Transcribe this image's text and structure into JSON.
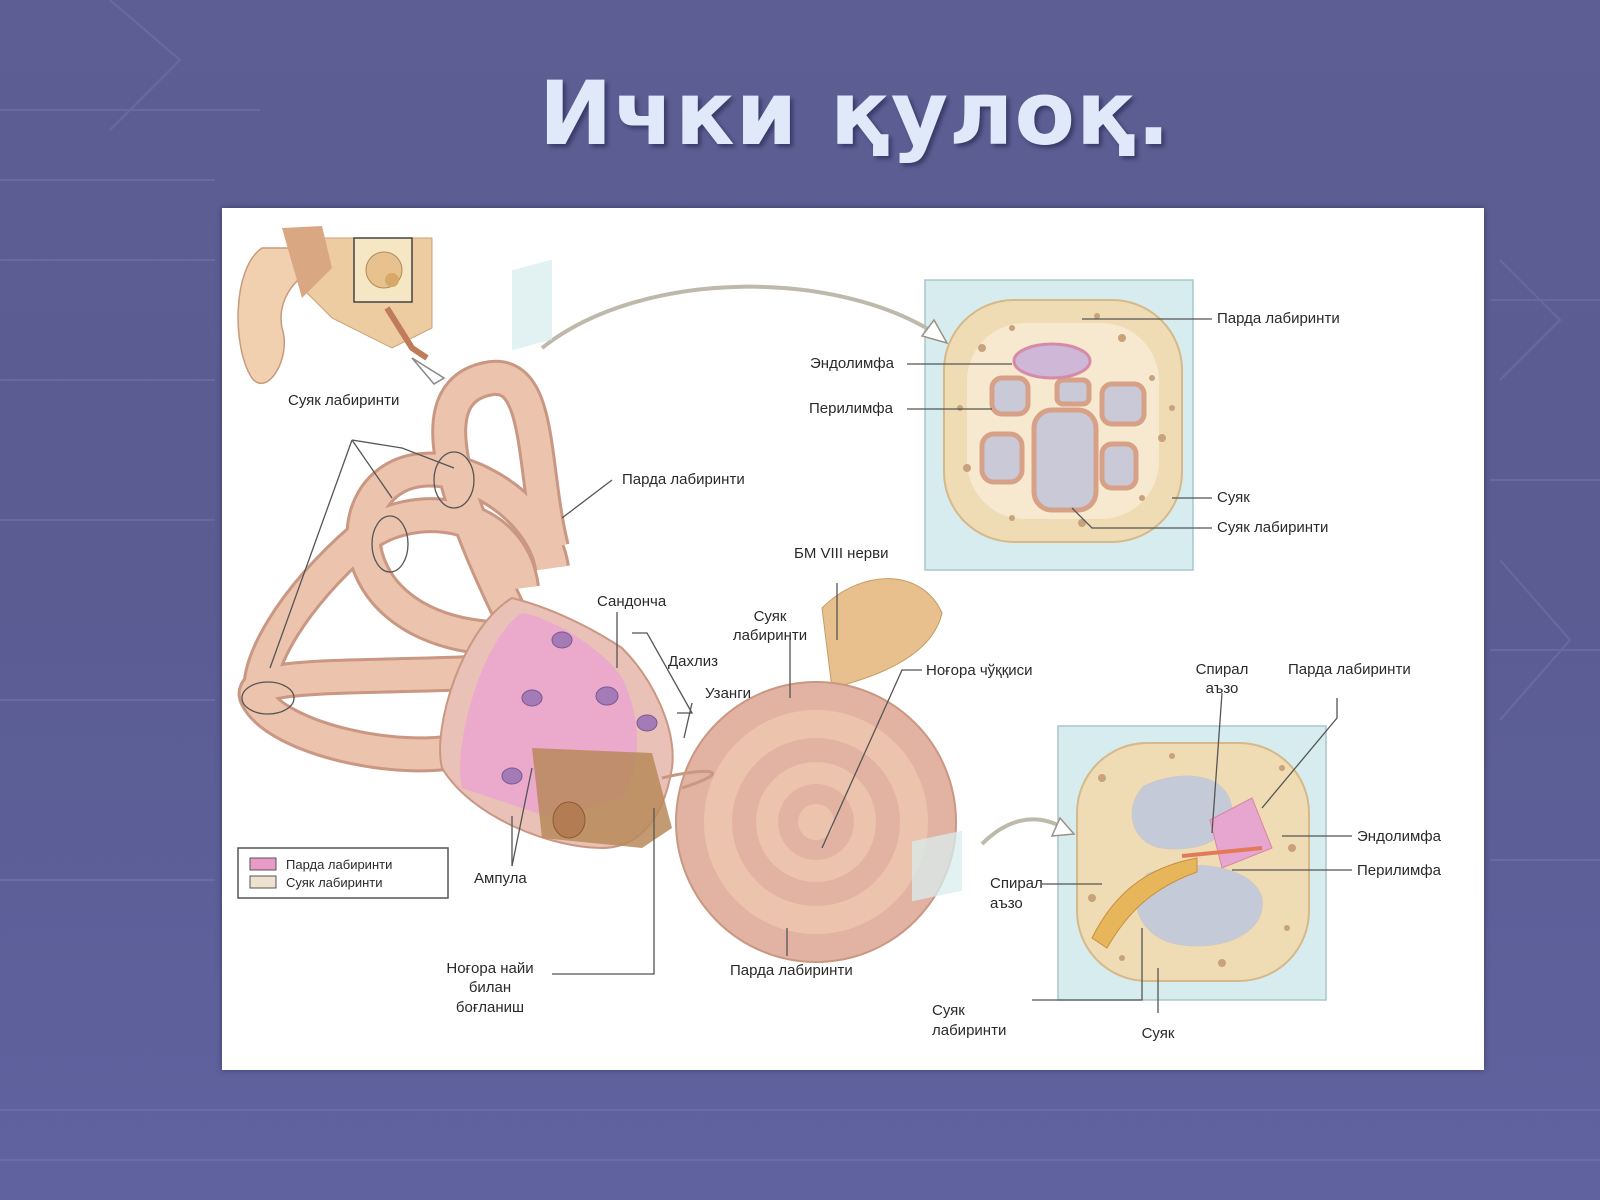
{
  "title": "Ички қулоқ.",
  "labels": {
    "bony_lab_topleft": "Суяк лабиринти",
    "membr_lab_mid": "Парда лабиринти",
    "endolymph_top": "Эндолимфа",
    "perilymph_top": "Перилимфа",
    "membr_lab_top": "Парда лабиринти",
    "bone_top": "Суяк",
    "bony_lab_top": "Суяк лабиринти",
    "nerve": "БМ VIII нерви",
    "saccule": "Сандонча",
    "vestibule": "Дахлиз",
    "stapes": "Узанги",
    "bony_lab_cochlea_1": "Суяк",
    "bony_lab_cochlea_2": "лабиринти",
    "cochlea_apex": "Ноғора чўққиси",
    "spiral_organ_top_1": "Спирал",
    "spiral_organ_top_2": "аъзо",
    "membr_lab_br": "Парда лабиринти",
    "endolymph_br": "Эндолимфа",
    "perilymph_br": "Перилимфа",
    "spiral_organ_low_1": "Спирал",
    "spiral_organ_low_2": "аъзо",
    "ampulla": "Ампула",
    "duct_1": "Ноғора найи",
    "duct_2": "билан",
    "duct_3": "боғланиш",
    "membr_lab_bottom": "Парда лабиринти",
    "bony_lab_br_1": "Суяк",
    "bony_lab_br_2": "лабиринти",
    "bone_br": "Суяк"
  },
  "legend": {
    "membranous": "Парда лабиринти",
    "bony": "Суяк лабиринти",
    "membranous_color": "#e79bc6",
    "bony_color": "#eee1cf"
  },
  "colors": {
    "background": "#5d5e93",
    "title": "#dfe9f9",
    "tube": "#e8b9a4",
    "tube_dark": "#c99782",
    "membranous": "#e9a0cf",
    "fluid": "#c4c9de",
    "bone": "#f0ddb5",
    "nerve": "#e8c48a"
  }
}
